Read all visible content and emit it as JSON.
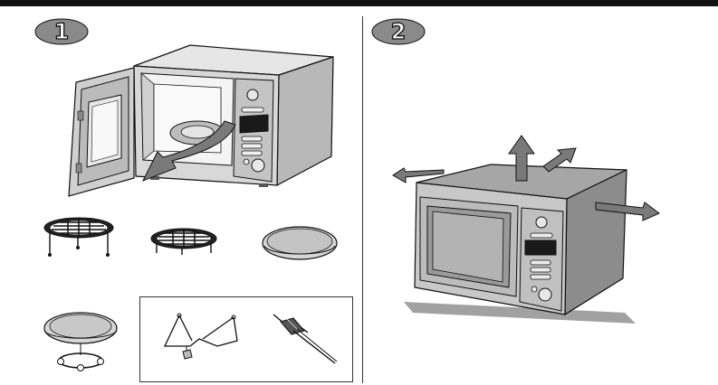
{
  "step_badges": [
    {
      "number": "1"
    },
    {
      "number": "2"
    }
  ],
  "colors": {
    "badge_fill": "#8a8a8a",
    "line": "#111111",
    "shade_light": "#d2d2d2",
    "shade_mid": "#a8a8a8",
    "shade_dark": "#7a7a7a",
    "display": "#1a1a1a"
  },
  "icons": [
    "microwave-open-door",
    "rotation-arrow",
    "high-rack",
    "low-rack",
    "glass-tray",
    "roller-ring-tray",
    "rack-support",
    "temperature-probe",
    "microwave-closed",
    "clearance-arrows"
  ]
}
